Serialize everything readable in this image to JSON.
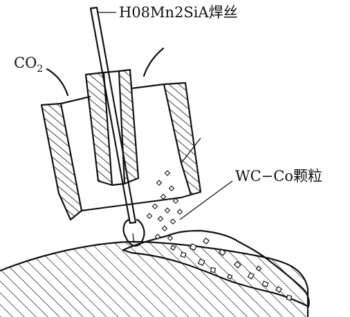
{
  "labels": {
    "wire": "H08Mn2SiA焊丝",
    "gas_main": "CO",
    "gas_sub": "2",
    "particles": "WC−Co颗粒"
  },
  "colors": {
    "line": "#111111",
    "deposit_fill": "#c8c8c8",
    "background": "#ffffff"
  }
}
